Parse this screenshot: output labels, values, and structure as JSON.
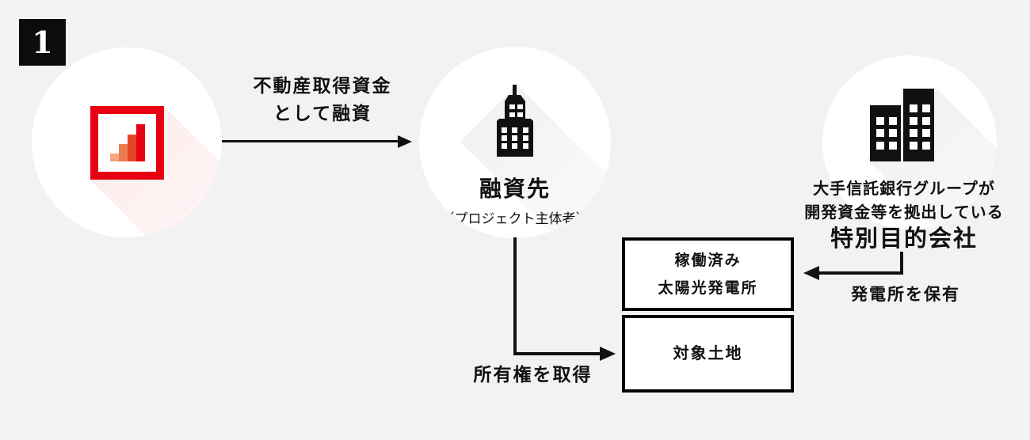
{
  "badge": {
    "number": "1"
  },
  "lender": {
    "logo": "red-bar-chart-logo"
  },
  "borrower": {
    "title": "融資先",
    "subtitle": "（プロジェクト主体者）"
  },
  "spc": {
    "line1": "大手信託銀行グループが",
    "line2": "開発資金等を拠出している",
    "title": "特別目的会社"
  },
  "arrows": {
    "loan": {
      "line1": "不動産取得資金",
      "line2": "として融資"
    },
    "ownership": {
      "label": "所有権を取得"
    },
    "holding": {
      "label": "発電所を保有"
    }
  },
  "boxes": {
    "plant": {
      "line1": "稼働済み",
      "line2": "太陽光発電所"
    },
    "land": {
      "label": "対象土地"
    }
  },
  "colors": {
    "background": "#f2f2f2",
    "accent_red": "#e60012",
    "text": "#111111",
    "bar1": "#f4a67d",
    "bar2": "#ee7c53",
    "bar3": "#e64628",
    "bar4": "#e60012"
  }
}
